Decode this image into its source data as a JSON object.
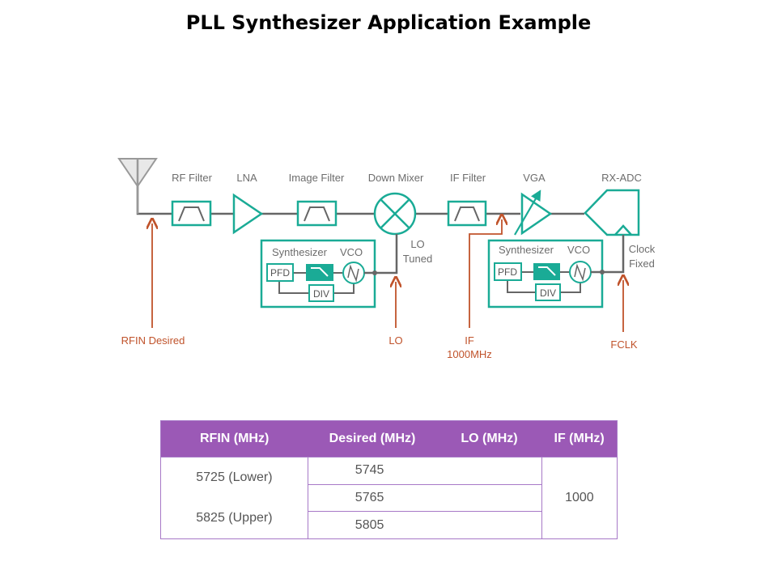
{
  "title": "PLL Synthesizer Application Example",
  "colors": {
    "teal": "#1aab96",
    "wire": "#666666",
    "signal": "#c0532b",
    "table_header": "#9b59b6",
    "table_border": "#a779c7"
  },
  "diagram": {
    "blocks": {
      "antenna": "antenna-icon",
      "rf_filter": "RF Filter",
      "lna": "LNA",
      "image_filter": "Image Filter",
      "down_mixer": "Down Mixer",
      "if_filter": "IF Filter",
      "vga": "VGA",
      "rx_adc": "RX-ADC"
    },
    "synth1": {
      "title": "Synthesizer",
      "vco": "VCO",
      "pfd": "PFD",
      "div": "DIV",
      "output_label_line1": "LO",
      "output_label_line2": "Tuned"
    },
    "synth2": {
      "title": "Synthesizer",
      "vco": "VCO",
      "pfd": "PFD",
      "div": "DIV",
      "output_label_line1": "Clock",
      "output_label_line2": "Fixed"
    },
    "signals": {
      "rfin": "RFIN Desired",
      "lo": "LO",
      "if_line1": "IF",
      "if_line2": "1000MHz",
      "fclk": "FCLK"
    }
  },
  "table": {
    "headers": [
      "RFIN (MHz)",
      "Desired (MHz)",
      "LO (MHz)",
      "IF (MHz)"
    ],
    "rfin": [
      "5725 (Lower)",
      "5825 (Upper)"
    ],
    "desired": [
      "5745",
      "5765",
      "5805"
    ],
    "lo": [
      "",
      "",
      ""
    ],
    "if": "1000"
  }
}
